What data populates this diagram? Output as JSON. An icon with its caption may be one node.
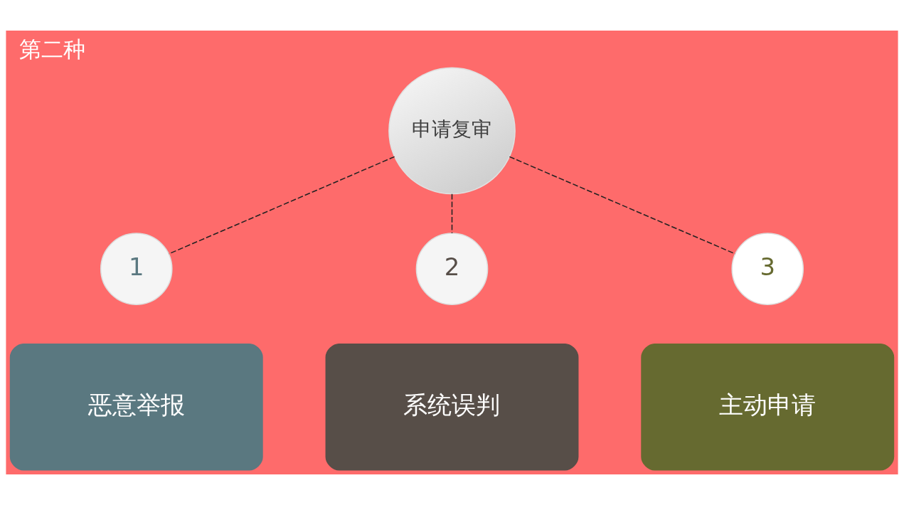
{
  "diagram": {
    "title": "第二种",
    "nodes": [
      {
        "text": [
          "申请复审"
        ]
      },
      {
        "text": [
          "1"
        ]
      },
      {
        "text": [
          "恶意举报"
        ]
      },
      {
        "text": [
          "2"
        ]
      },
      {
        "text": [
          "系统误判"
        ]
      },
      {
        "text": [
          "3"
        ]
      },
      {
        "text": [
          "主动申请"
        ]
      }
    ],
    "edges": [
      {
        "from": 0,
        "to": 1,
        "arrow": "none",
        "style": "dashed"
      },
      {
        "from": 0,
        "to": 3,
        "arrow": "none",
        "style": "dashed"
      },
      {
        "from": 0,
        "to": 5,
        "arrow": "none",
        "style": "dashed"
      }
    ]
  }
}
